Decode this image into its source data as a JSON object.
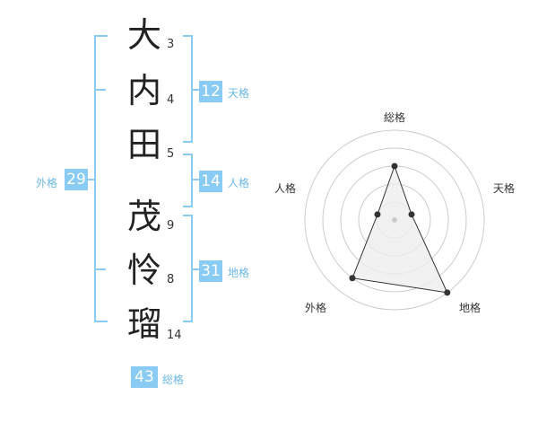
{
  "name": {
    "chars": [
      {
        "char": "大",
        "strokes": "3"
      },
      {
        "char": "内",
        "strokes": "4"
      },
      {
        "char": "田",
        "strokes": "5"
      },
      {
        "char": "茂",
        "strokes": "9"
      },
      {
        "char": "怜",
        "strokes": "8"
      },
      {
        "char": "瑠",
        "strokes": "14"
      }
    ]
  },
  "fortune": {
    "tenkaku": {
      "value": "12",
      "label": "天格"
    },
    "jinkaku": {
      "value": "14",
      "label": "人格"
    },
    "chikaku": {
      "value": "31",
      "label": "地格"
    },
    "gaikaku": {
      "value": "29",
      "label": "外格"
    },
    "soukaku": {
      "value": "43",
      "label": "総格"
    }
  },
  "radar": {
    "axes": [
      "総格",
      "天格",
      "地格",
      "外格",
      "人格"
    ],
    "values": [
      3,
      1,
      5,
      4,
      1
    ],
    "max": 5,
    "colors": {
      "fill": "#eeeeee",
      "stroke": "#333333",
      "grid": "#cccccc"
    }
  },
  "colors": {
    "accent": "#89cbf3",
    "bracket": "#89cbf3"
  }
}
